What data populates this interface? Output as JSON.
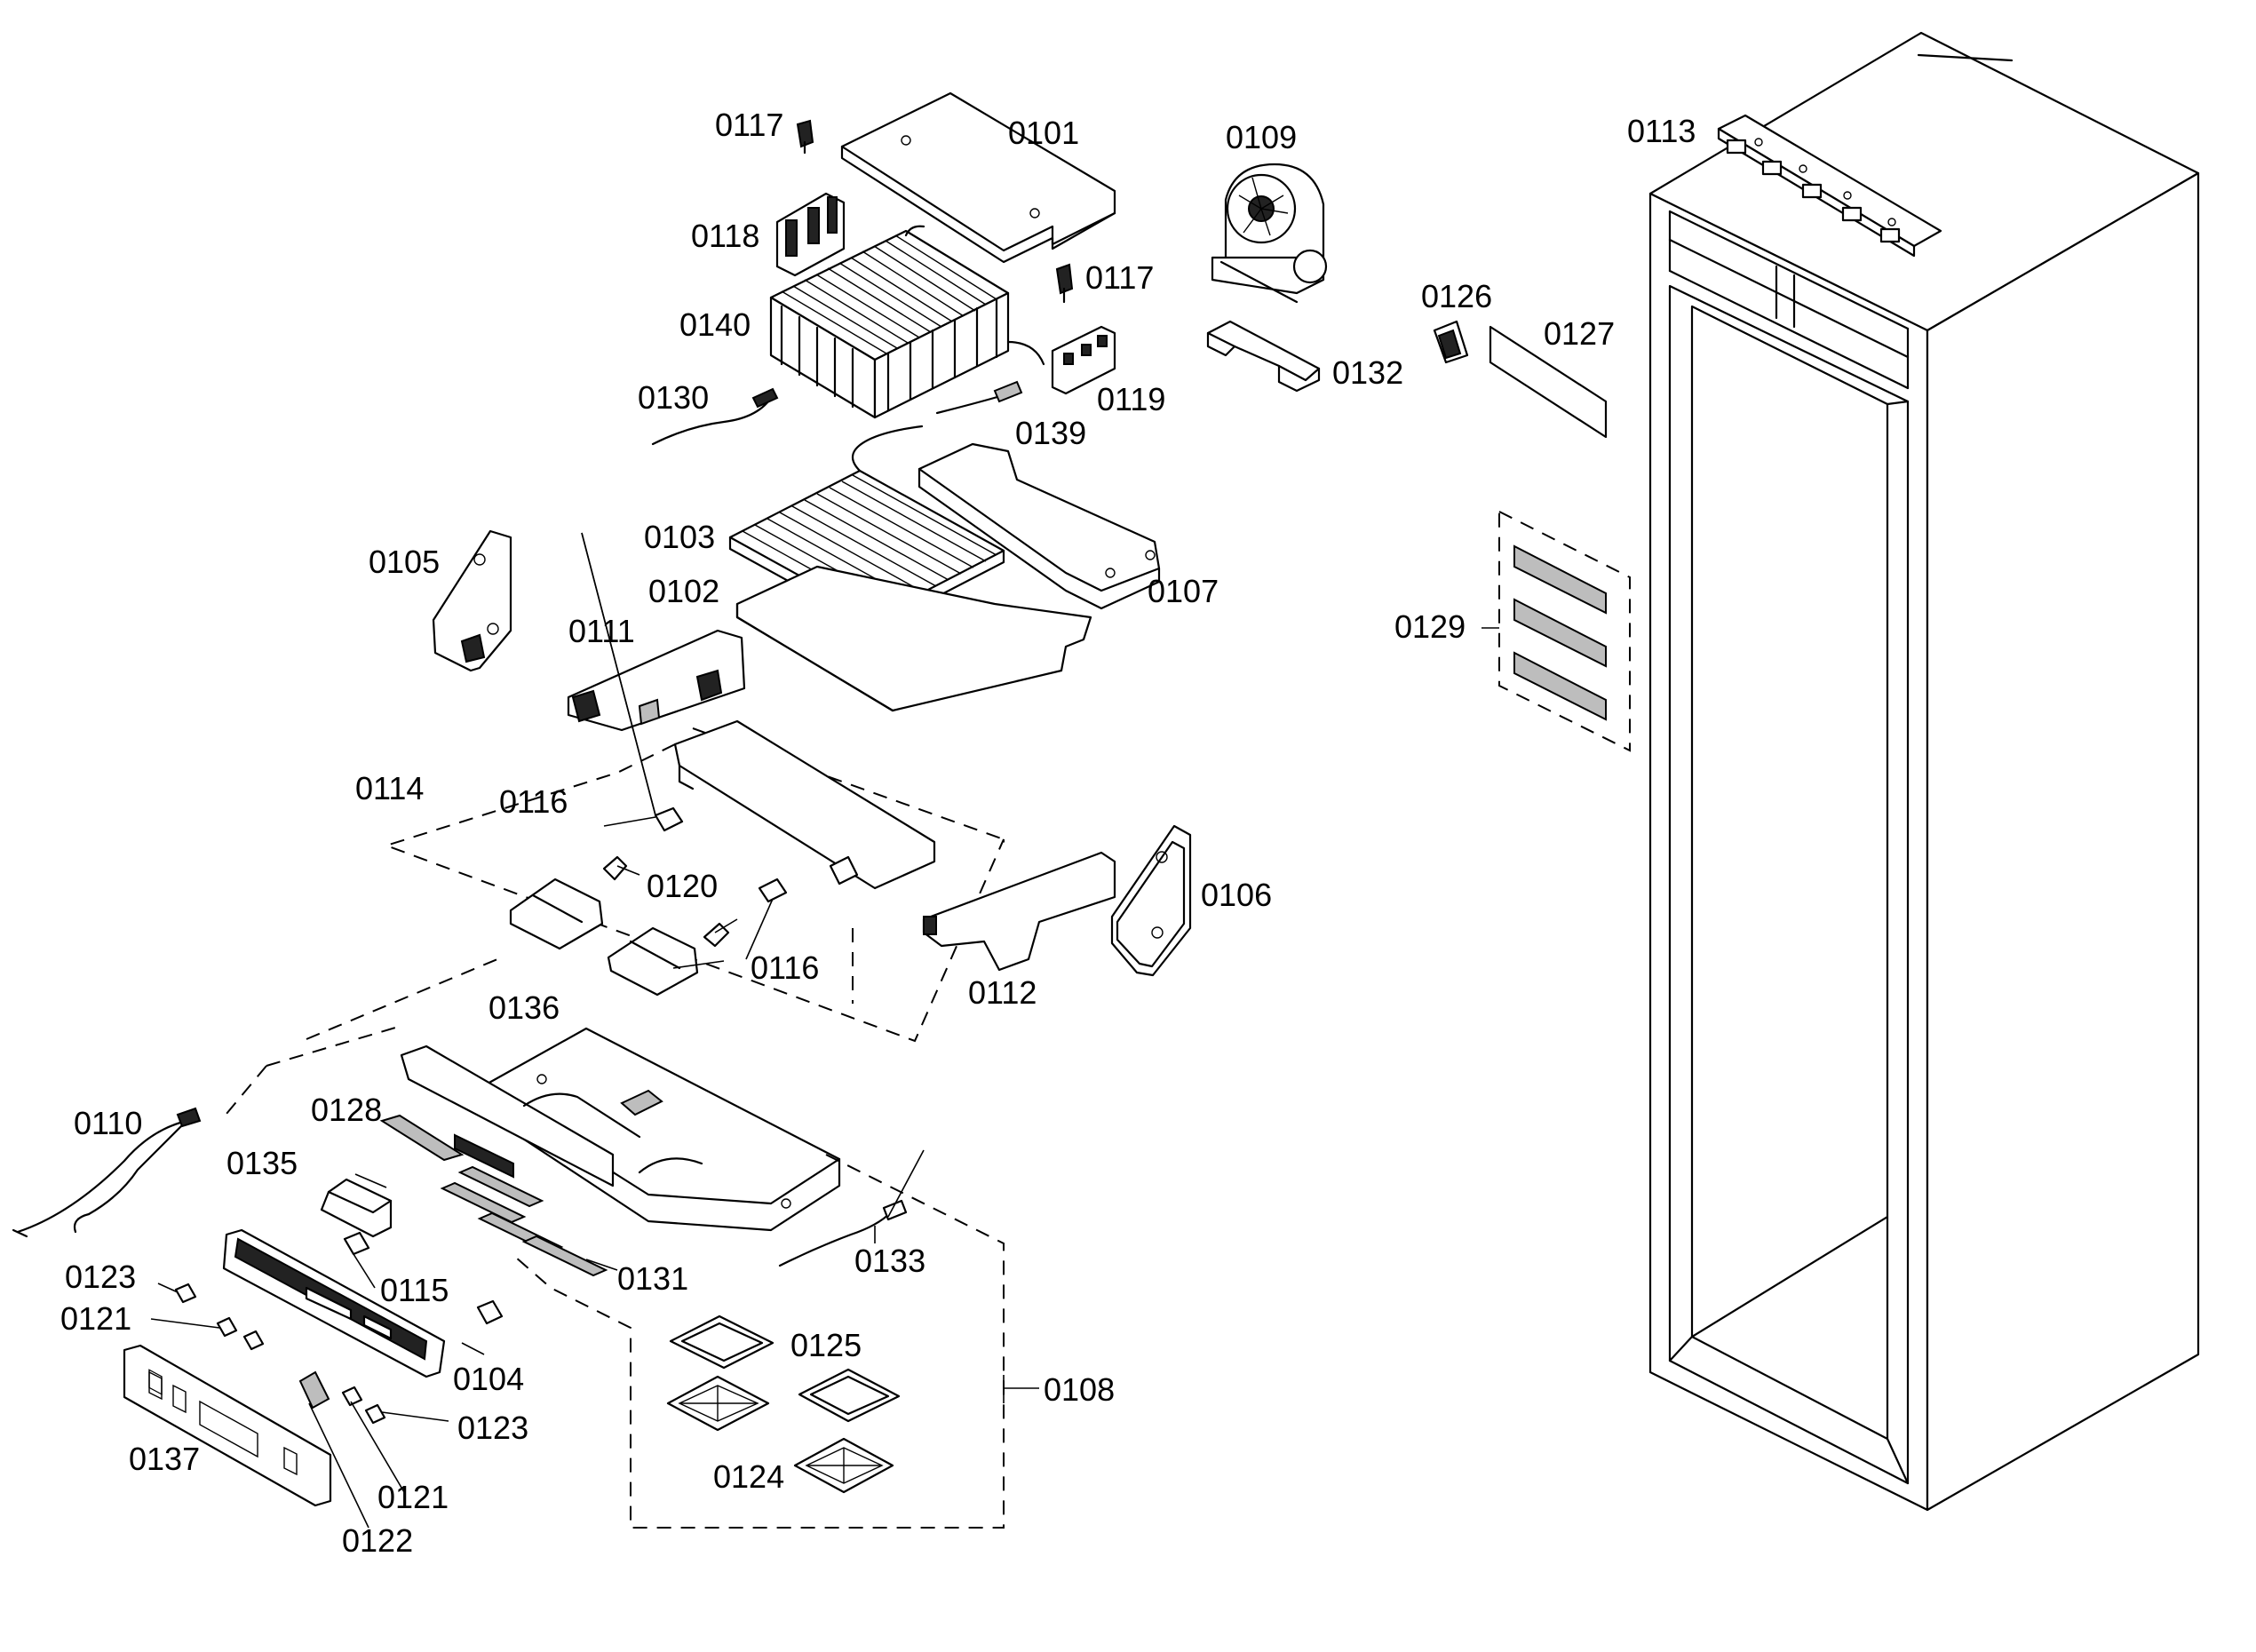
{
  "diagram": {
    "labels": {
      "p0101": "0101",
      "p0102": "0102",
      "p0103": "0103",
      "p0104": "0104",
      "p0105": "0105",
      "p0106": "0106",
      "p0107": "0107",
      "p0108": "0108",
      "p0109": "0109",
      "p0110": "0110",
      "p0111": "0111",
      "p0112": "0112",
      "p0113": "0113",
      "p0114": "0114",
      "p0115": "0115",
      "p0116a": "0116",
      "p0116b": "0116",
      "p0117a": "0117",
      "p0117b": "0117",
      "p0118": "0118",
      "p0119": "0119",
      "p0120": "0120",
      "p0121a": "0121",
      "p0121b": "0121",
      "p0122": "0122",
      "p0123a": "0123",
      "p0123b": "0123",
      "p0124": "0124",
      "p0125": "0125",
      "p0126": "0126",
      "p0127": "0127",
      "p0128": "0128",
      "p0129": "0129",
      "p0130": "0130",
      "p0131": "0131",
      "p0132": "0132",
      "p0133": "0133",
      "p0135": "0135",
      "p0136": "0136",
      "p0137": "0137",
      "p0139": "0139",
      "p0140": "0140"
    }
  }
}
